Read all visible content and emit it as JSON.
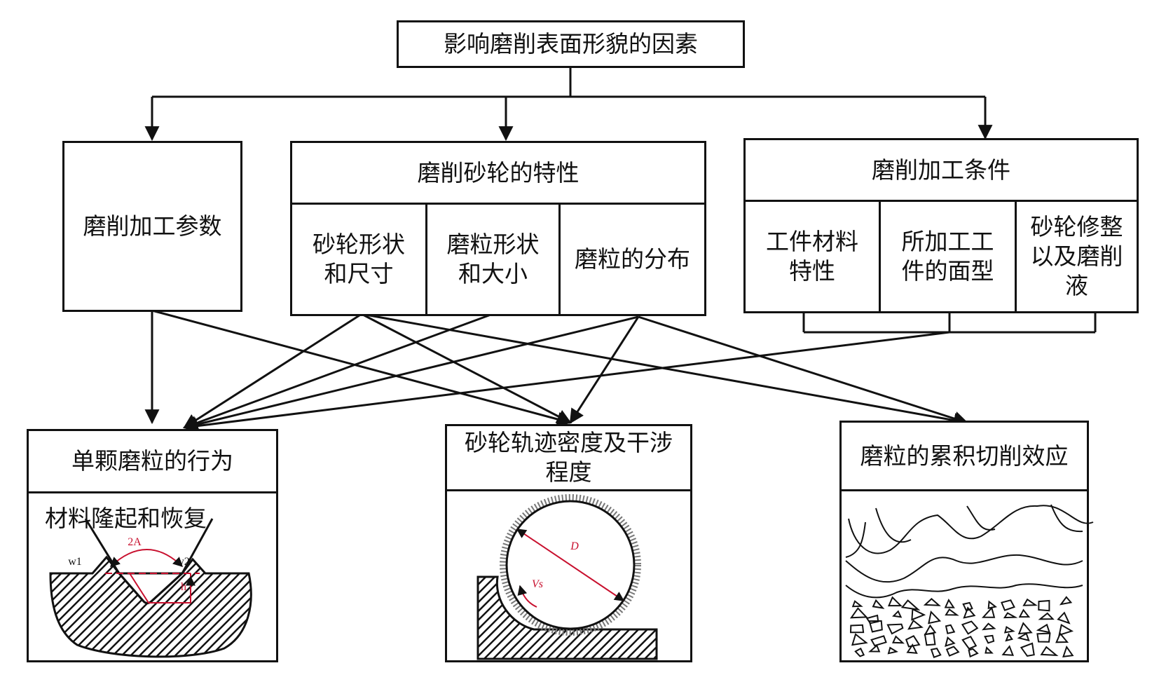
{
  "root": {
    "label": "影响磨削表面形貌的因素"
  },
  "factors": {
    "params": {
      "label": "磨削加工参数"
    },
    "wheel": {
      "label": "磨削砂轮的特性",
      "sub": [
        "砂轮形状\n和尺寸",
        "磨粒形状\n和大小",
        "磨粒的分布"
      ]
    },
    "conditions": {
      "label": "磨削加工条件",
      "sub": [
        "工件材料\n特性",
        "所加工工\n件的面型",
        "砂轮修整\n以及磨削\n液"
      ]
    }
  },
  "outcomes": {
    "single_grain": {
      "label": "单颗磨粒的行为",
      "caption": "材料隆起和恢复",
      "annotations": {
        "angle": "2A",
        "w1": "w1",
        "w2": "w2",
        "depth": "h"
      }
    },
    "trajectory": {
      "label": "砂轮轨迹密度及干涉程度",
      "annotations": {
        "diameter": "D",
        "speed": "Vs"
      }
    },
    "cumulative": {
      "label": "磨粒的累积切削效应"
    }
  },
  "colors": {
    "stroke": "#111111",
    "annotation": "#c8102e"
  }
}
